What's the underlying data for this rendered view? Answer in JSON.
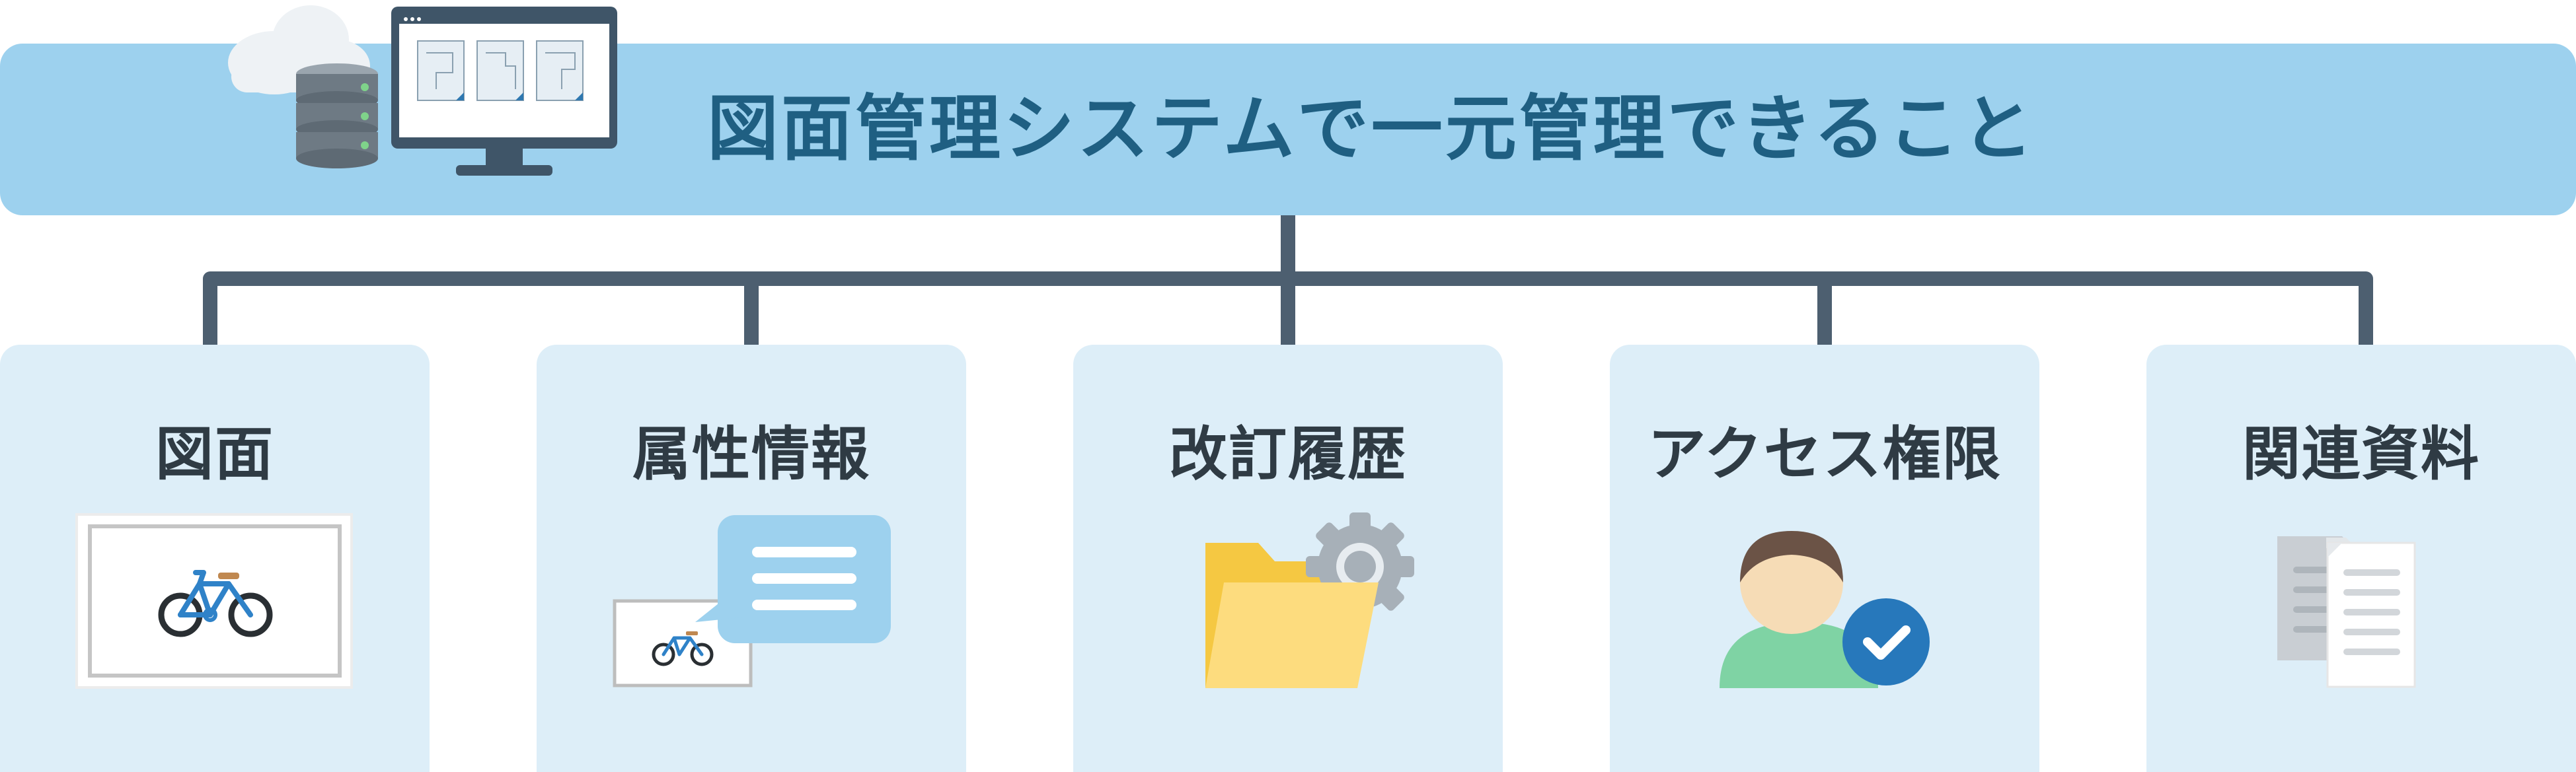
{
  "header": {
    "title": "図面管理システムで一元管理できること",
    "illustration_icon": "server-with-monitor-and-cloud"
  },
  "cards": [
    {
      "label": "図面",
      "icon": "bicycle-drawing-icon"
    },
    {
      "label": "属性情報",
      "icon": "drawing-with-speech-bubble-icon"
    },
    {
      "label": "改訂履歴",
      "icon": "folder-with-gear-icon"
    },
    {
      "label": "アクセス権限",
      "icon": "user-with-checkmark-icon"
    },
    {
      "label": "関連資料",
      "icon": "documents-icon"
    }
  ],
  "colors": {
    "banner": "#9dd1ee",
    "title": "#1f5f82",
    "card": "#ddeef8",
    "connector": "#4d5f70",
    "card_title": "#2f3b44"
  }
}
